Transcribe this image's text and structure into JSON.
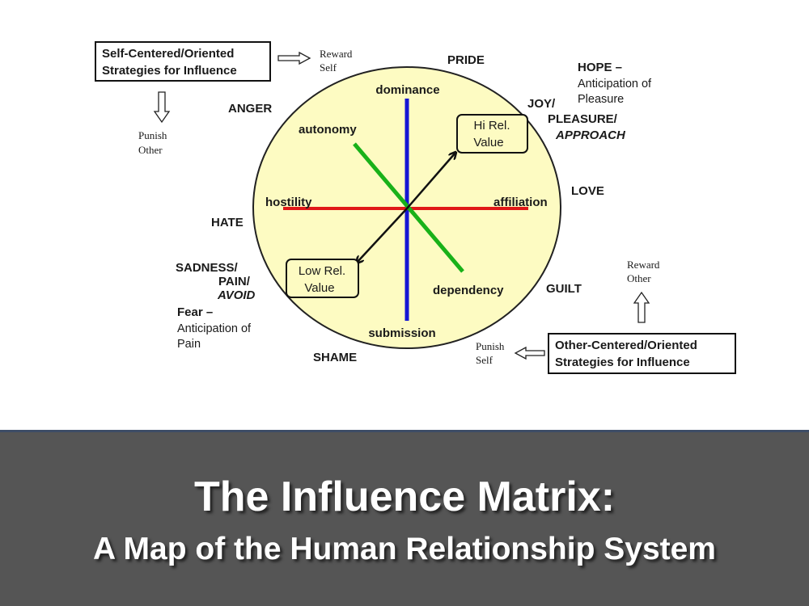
{
  "diagram": {
    "self_box": {
      "line1": "Self-Centered/Oriented",
      "line2": "Strategies for Influence"
    },
    "other_box": {
      "line1": "Other-Centered/Oriented",
      "line2": "Strategies for Influence"
    },
    "reward_self": {
      "line1": "Reward",
      "line2": "Self"
    },
    "punish_other": {
      "line1": "Punish",
      "line2": "Other"
    },
    "reward_other": {
      "line1": "Reward",
      "line2": "Other"
    },
    "punish_self": {
      "line1": "Punish",
      "line2": "Self"
    },
    "axes": {
      "dominance": "dominance",
      "submission": "submission",
      "hostility": "hostility",
      "affiliation": "affiliation",
      "autonomy": "autonomy",
      "dependency": "dependency"
    },
    "hi_rel": {
      "line1": "Hi Rel.",
      "line2": "Value"
    },
    "low_rel": {
      "line1": "Low Rel.",
      "line2": "Value"
    },
    "emotions": {
      "pride": "PRIDE",
      "anger": "ANGER",
      "hate": "HATE",
      "shame": "SHAME",
      "love": "LOVE",
      "guilt": "GUILT",
      "joy1": "JOY/",
      "joy2": "PLEASURE/",
      "joy3": "APPROACH",
      "sad1": "SADNESS/",
      "sad2": "PAIN/",
      "sad3": "AVOID",
      "hope_title": "HOPE –",
      "hope_l1": "Anticipation of",
      "hope_l2": "Pleasure",
      "fear_title": "Fear –",
      "fear_l1": "Anticipation of",
      "fear_l2": "Pain"
    },
    "colors": {
      "circle_fill": "#fdfbc2",
      "circle_stroke": "#222222",
      "dominance_axis": "#1616d4",
      "affiliation_axis": "#e01818",
      "autonomy_axis": "#19b119",
      "banner": "#555555"
    },
    "icons": {
      "arrow_right": "hollow-arrow-right-icon",
      "arrow_down": "hollow-arrow-down-icon",
      "arrow_up": "hollow-arrow-up-icon",
      "arrow_left": "hollow-arrow-left-icon"
    }
  },
  "banner": {
    "title": "The Influence Matrix:",
    "subtitle": "A Map of the Human Relationship System"
  }
}
